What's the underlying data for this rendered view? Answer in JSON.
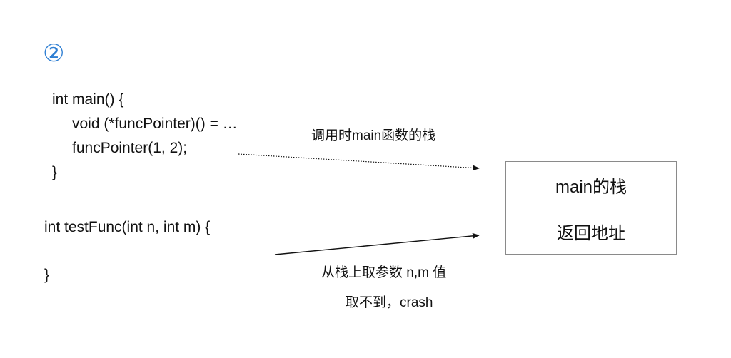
{
  "step_number": "②",
  "colors": {
    "step_number": "#2f7fd3",
    "text": "#111111",
    "box_border": "#8a8a8a"
  },
  "code": {
    "main_open": "int main() {",
    "main_line1": "void (*funcPointer)() = …",
    "main_line2": "funcPointer(1, 2);",
    "main_close": "}",
    "test_open": "int testFunc(int n, int m) {",
    "test_close": "}"
  },
  "annotations": {
    "main_call_label": "调用时main函数的栈",
    "read_params_line1": "从栈上取参数 n,m 值",
    "read_params_line2": "取不到，crash"
  },
  "stack": {
    "cells": [
      "main的栈",
      "返回地址"
    ]
  }
}
